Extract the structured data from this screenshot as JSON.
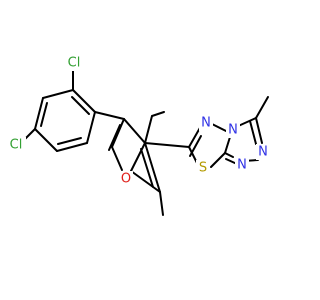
{
  "structure": {
    "atoms": [
      {
        "id": "cl1",
        "text": "Cl",
        "color": "#33a033"
      },
      {
        "id": "cl2",
        "text": "Cl",
        "color": "#33a033"
      },
      {
        "id": "o1",
        "text": "O",
        "color": "#e0201b"
      },
      {
        "id": "n_a",
        "text": "N",
        "color": "#2f31e6"
      },
      {
        "id": "n_b",
        "text": "N",
        "color": "#2f31e6"
      },
      {
        "id": "n_c",
        "text": "N",
        "color": "#2f31e6"
      },
      {
        "id": "n_d",
        "text": "N",
        "color": "#2f31e6"
      },
      {
        "id": "s1",
        "text": "S",
        "color": "#b39a00"
      }
    ],
    "bond_color": "#000000",
    "background": "#ffffff"
  }
}
